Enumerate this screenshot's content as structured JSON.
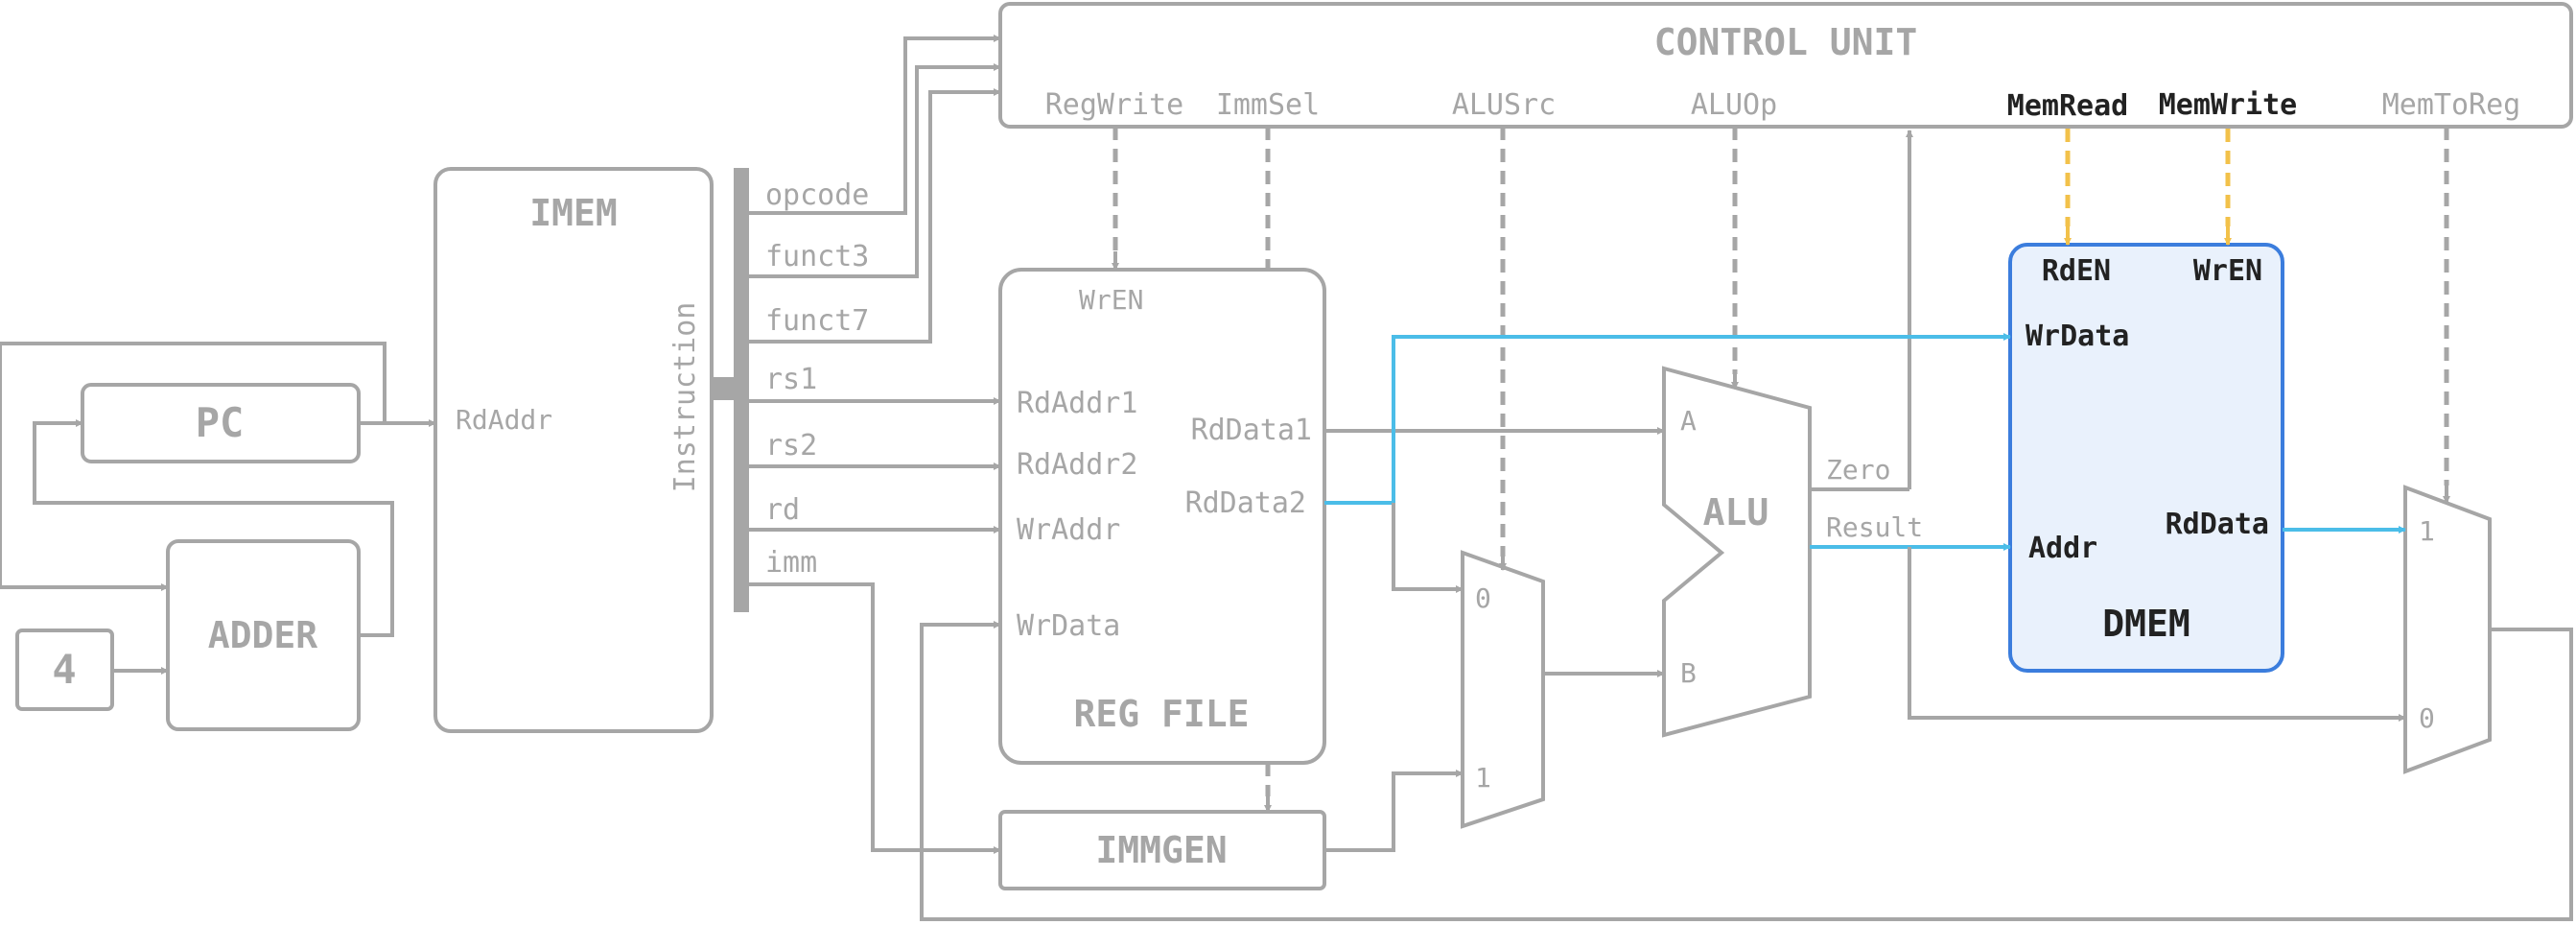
{
  "colors": {
    "wire": "#a6a6a6",
    "data_path": "#4bbde8",
    "mem_control": "#f2c14a",
    "dmem_border": "#3b7ddd",
    "dmem_fill": "#e9f1fc"
  },
  "control_unit": {
    "title": "CONTROL UNIT",
    "signals": {
      "regwrite": "RegWrite",
      "immsel": "ImmSel",
      "alusrc": "ALUSrc",
      "aluop": "ALUOp",
      "memread": "MemRead",
      "memwrite": "MemWrite",
      "memtoreg": "MemToReg"
    }
  },
  "pc": {
    "title": "PC"
  },
  "adder": {
    "title": "ADDER"
  },
  "constant_four": "4",
  "imem": {
    "title": "IMEM",
    "rdaddr": "RdAddr"
  },
  "instruction_bus": {
    "label": "Instruction",
    "fields": {
      "opcode": "opcode",
      "funct3": "funct3",
      "funct7": "funct7",
      "rs1": "rs1",
      "rs2": "rs2",
      "rd": "rd",
      "imm": "imm"
    }
  },
  "regfile": {
    "title": "REG FILE",
    "wren": "WrEN",
    "rdaddr1": "RdAddr1",
    "rdaddr2": "RdAddr2",
    "wraddr": "WrAddr",
    "wrdata": "WrData",
    "rddata1": "RdData1",
    "rddata2": "RdData2"
  },
  "immgen": {
    "title": "IMMGEN"
  },
  "alu_src_mux": {
    "in0": "0",
    "in1": "1"
  },
  "alu": {
    "title": "ALU",
    "a": "A",
    "b": "B",
    "zero": "Zero",
    "result": "Result"
  },
  "dmem": {
    "title": "DMEM",
    "rden": "RdEN",
    "wren": "WrEN",
    "wrdata": "WrData",
    "addr": "Addr",
    "rddata": "RdData"
  },
  "wb_mux": {
    "in1": "1",
    "in0": "0"
  }
}
